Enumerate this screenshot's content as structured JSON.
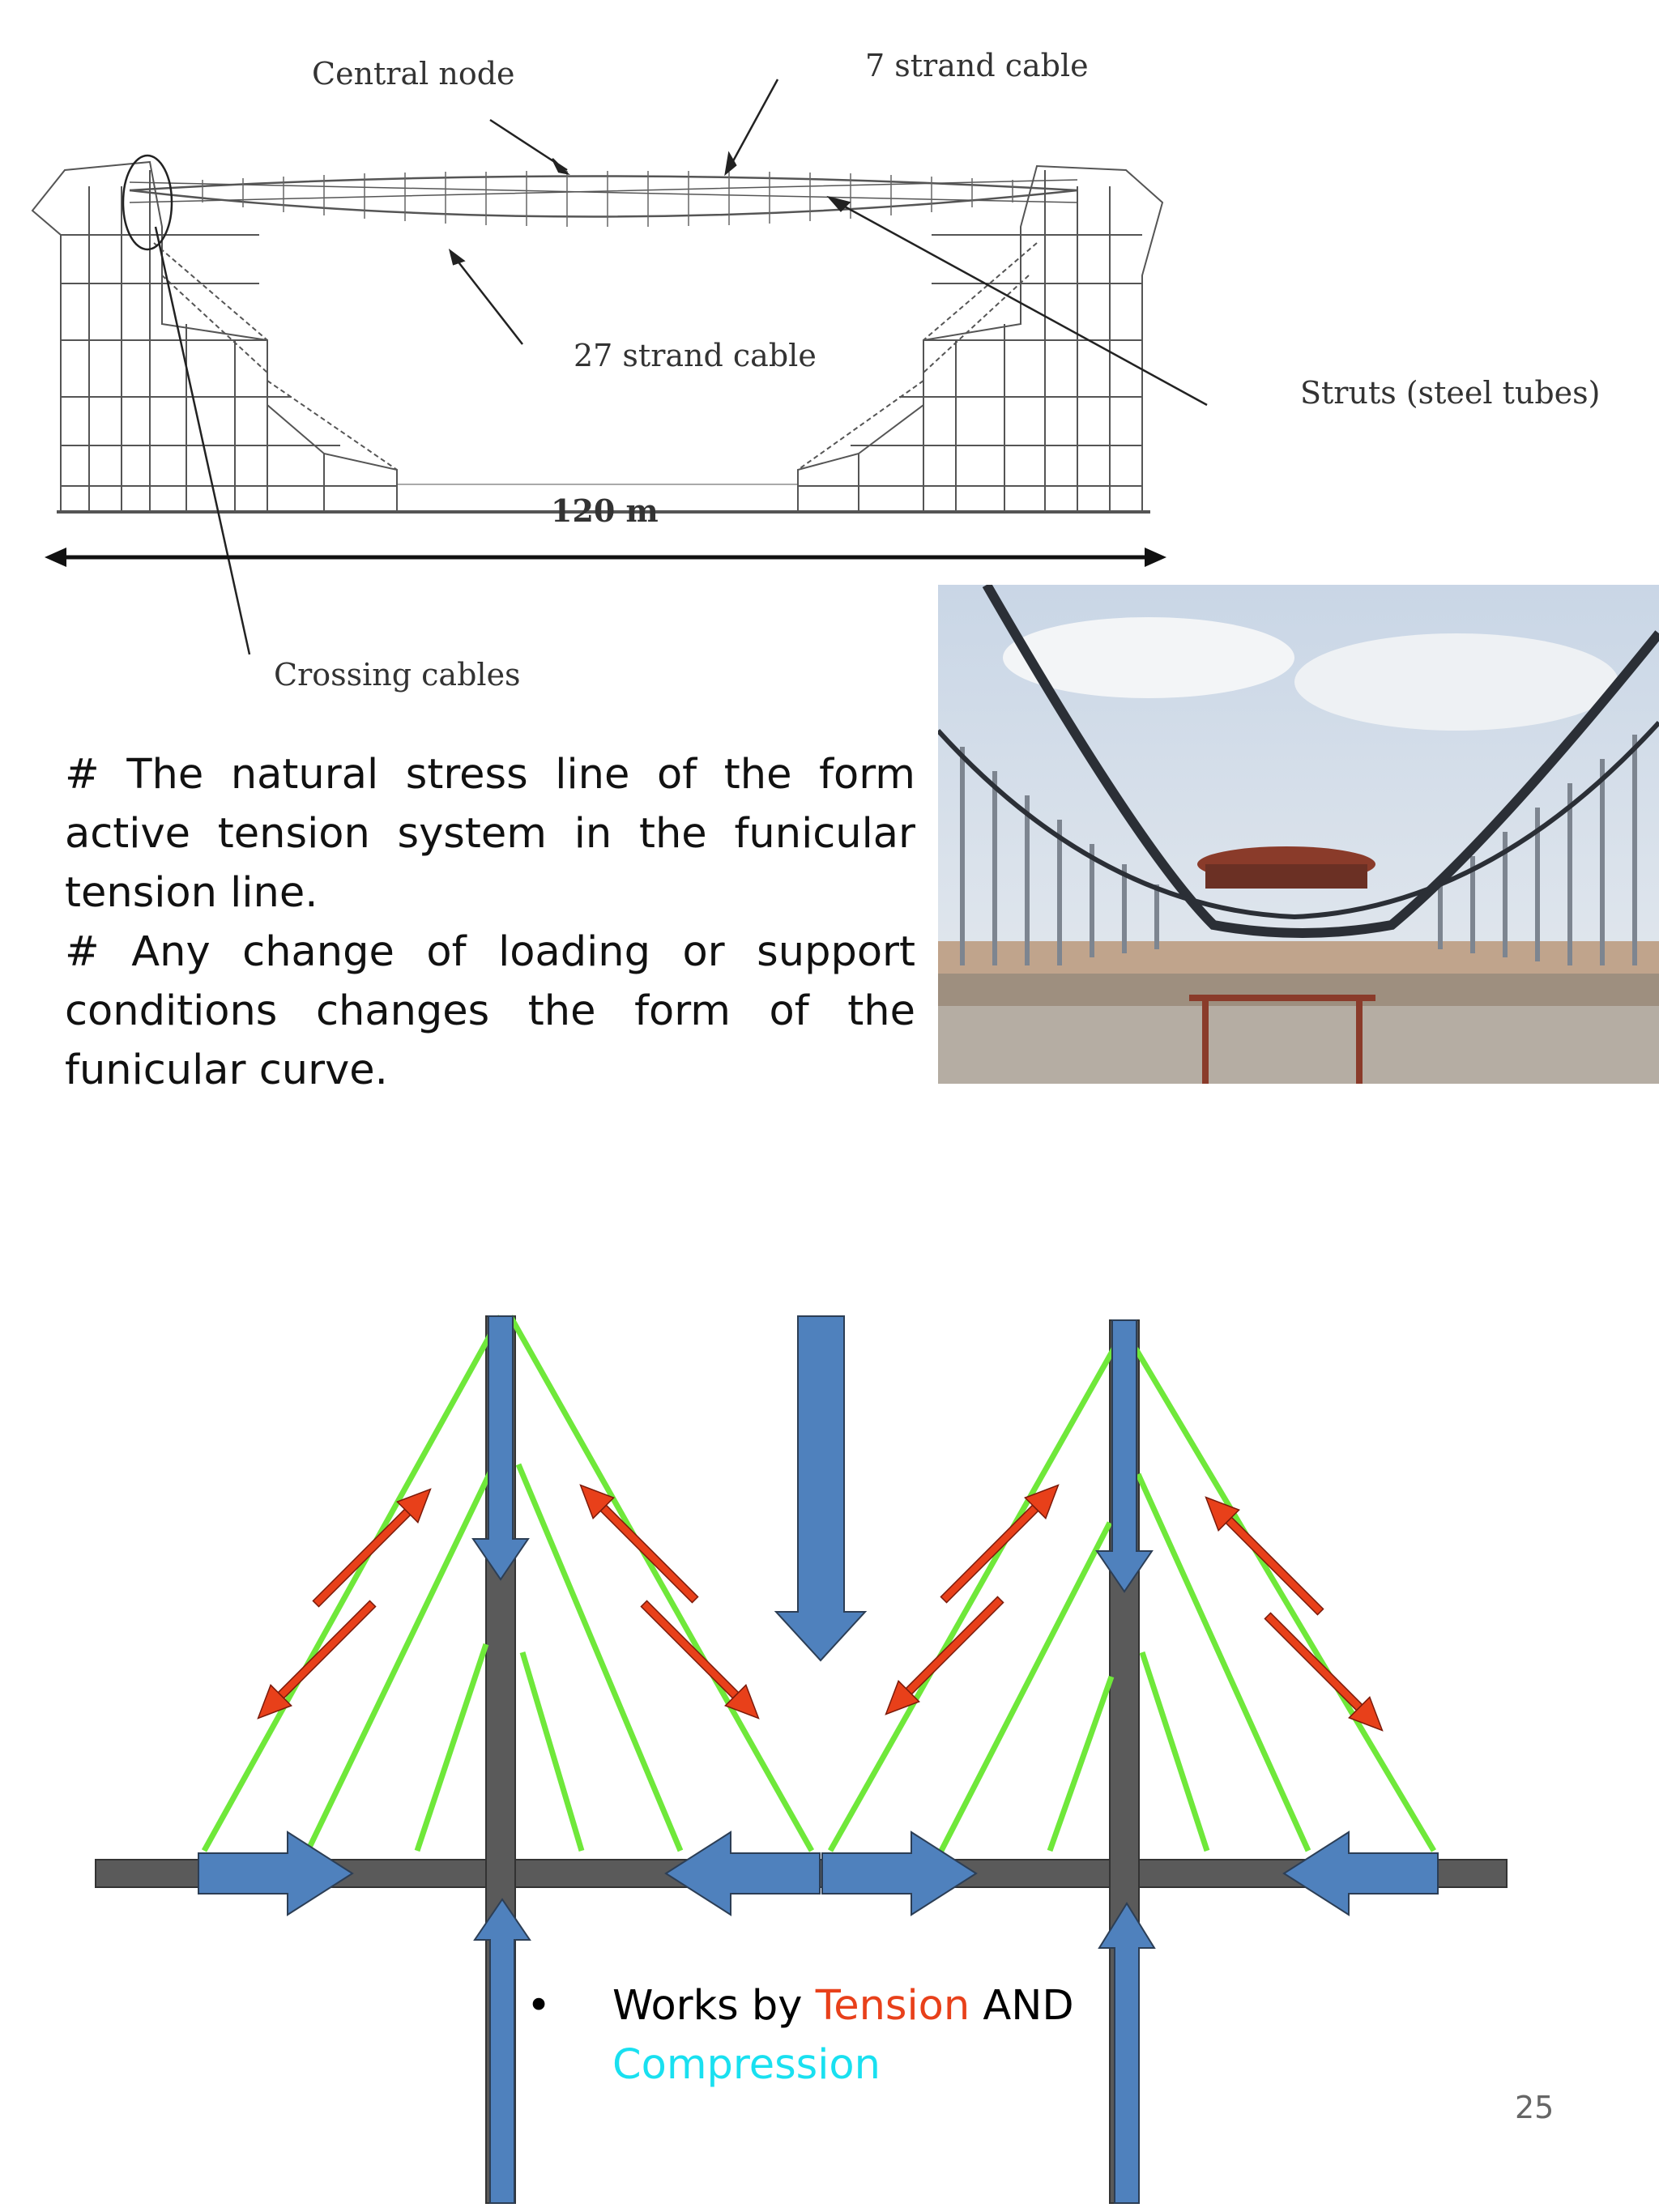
{
  "drawing": {
    "labels": {
      "central_node": "Central node",
      "strand7": "7 strand cable",
      "strand27": "27 strand cable",
      "struts": "Struts (steel tubes)",
      "span": "120 m",
      "crossing": "Crossing cables"
    }
  },
  "text": {
    "para1": "# The natural stress line of the form active tension system in the funicular tension line.",
    "para2": "# Any change of loading or support conditions changes the form of the funicular curve."
  },
  "bullet": {
    "marker": "•",
    "prefix": "Works by ",
    "tension": "Tension",
    "mid": " AND",
    "compression": "Compression"
  },
  "page_number": "25",
  "colors": {
    "tension": "#e8401a",
    "compression": "#19e0f0",
    "cable_green": "#6fe83a",
    "member_gray": "#5a5a5a",
    "arrow_blue": "#4f81bd"
  }
}
